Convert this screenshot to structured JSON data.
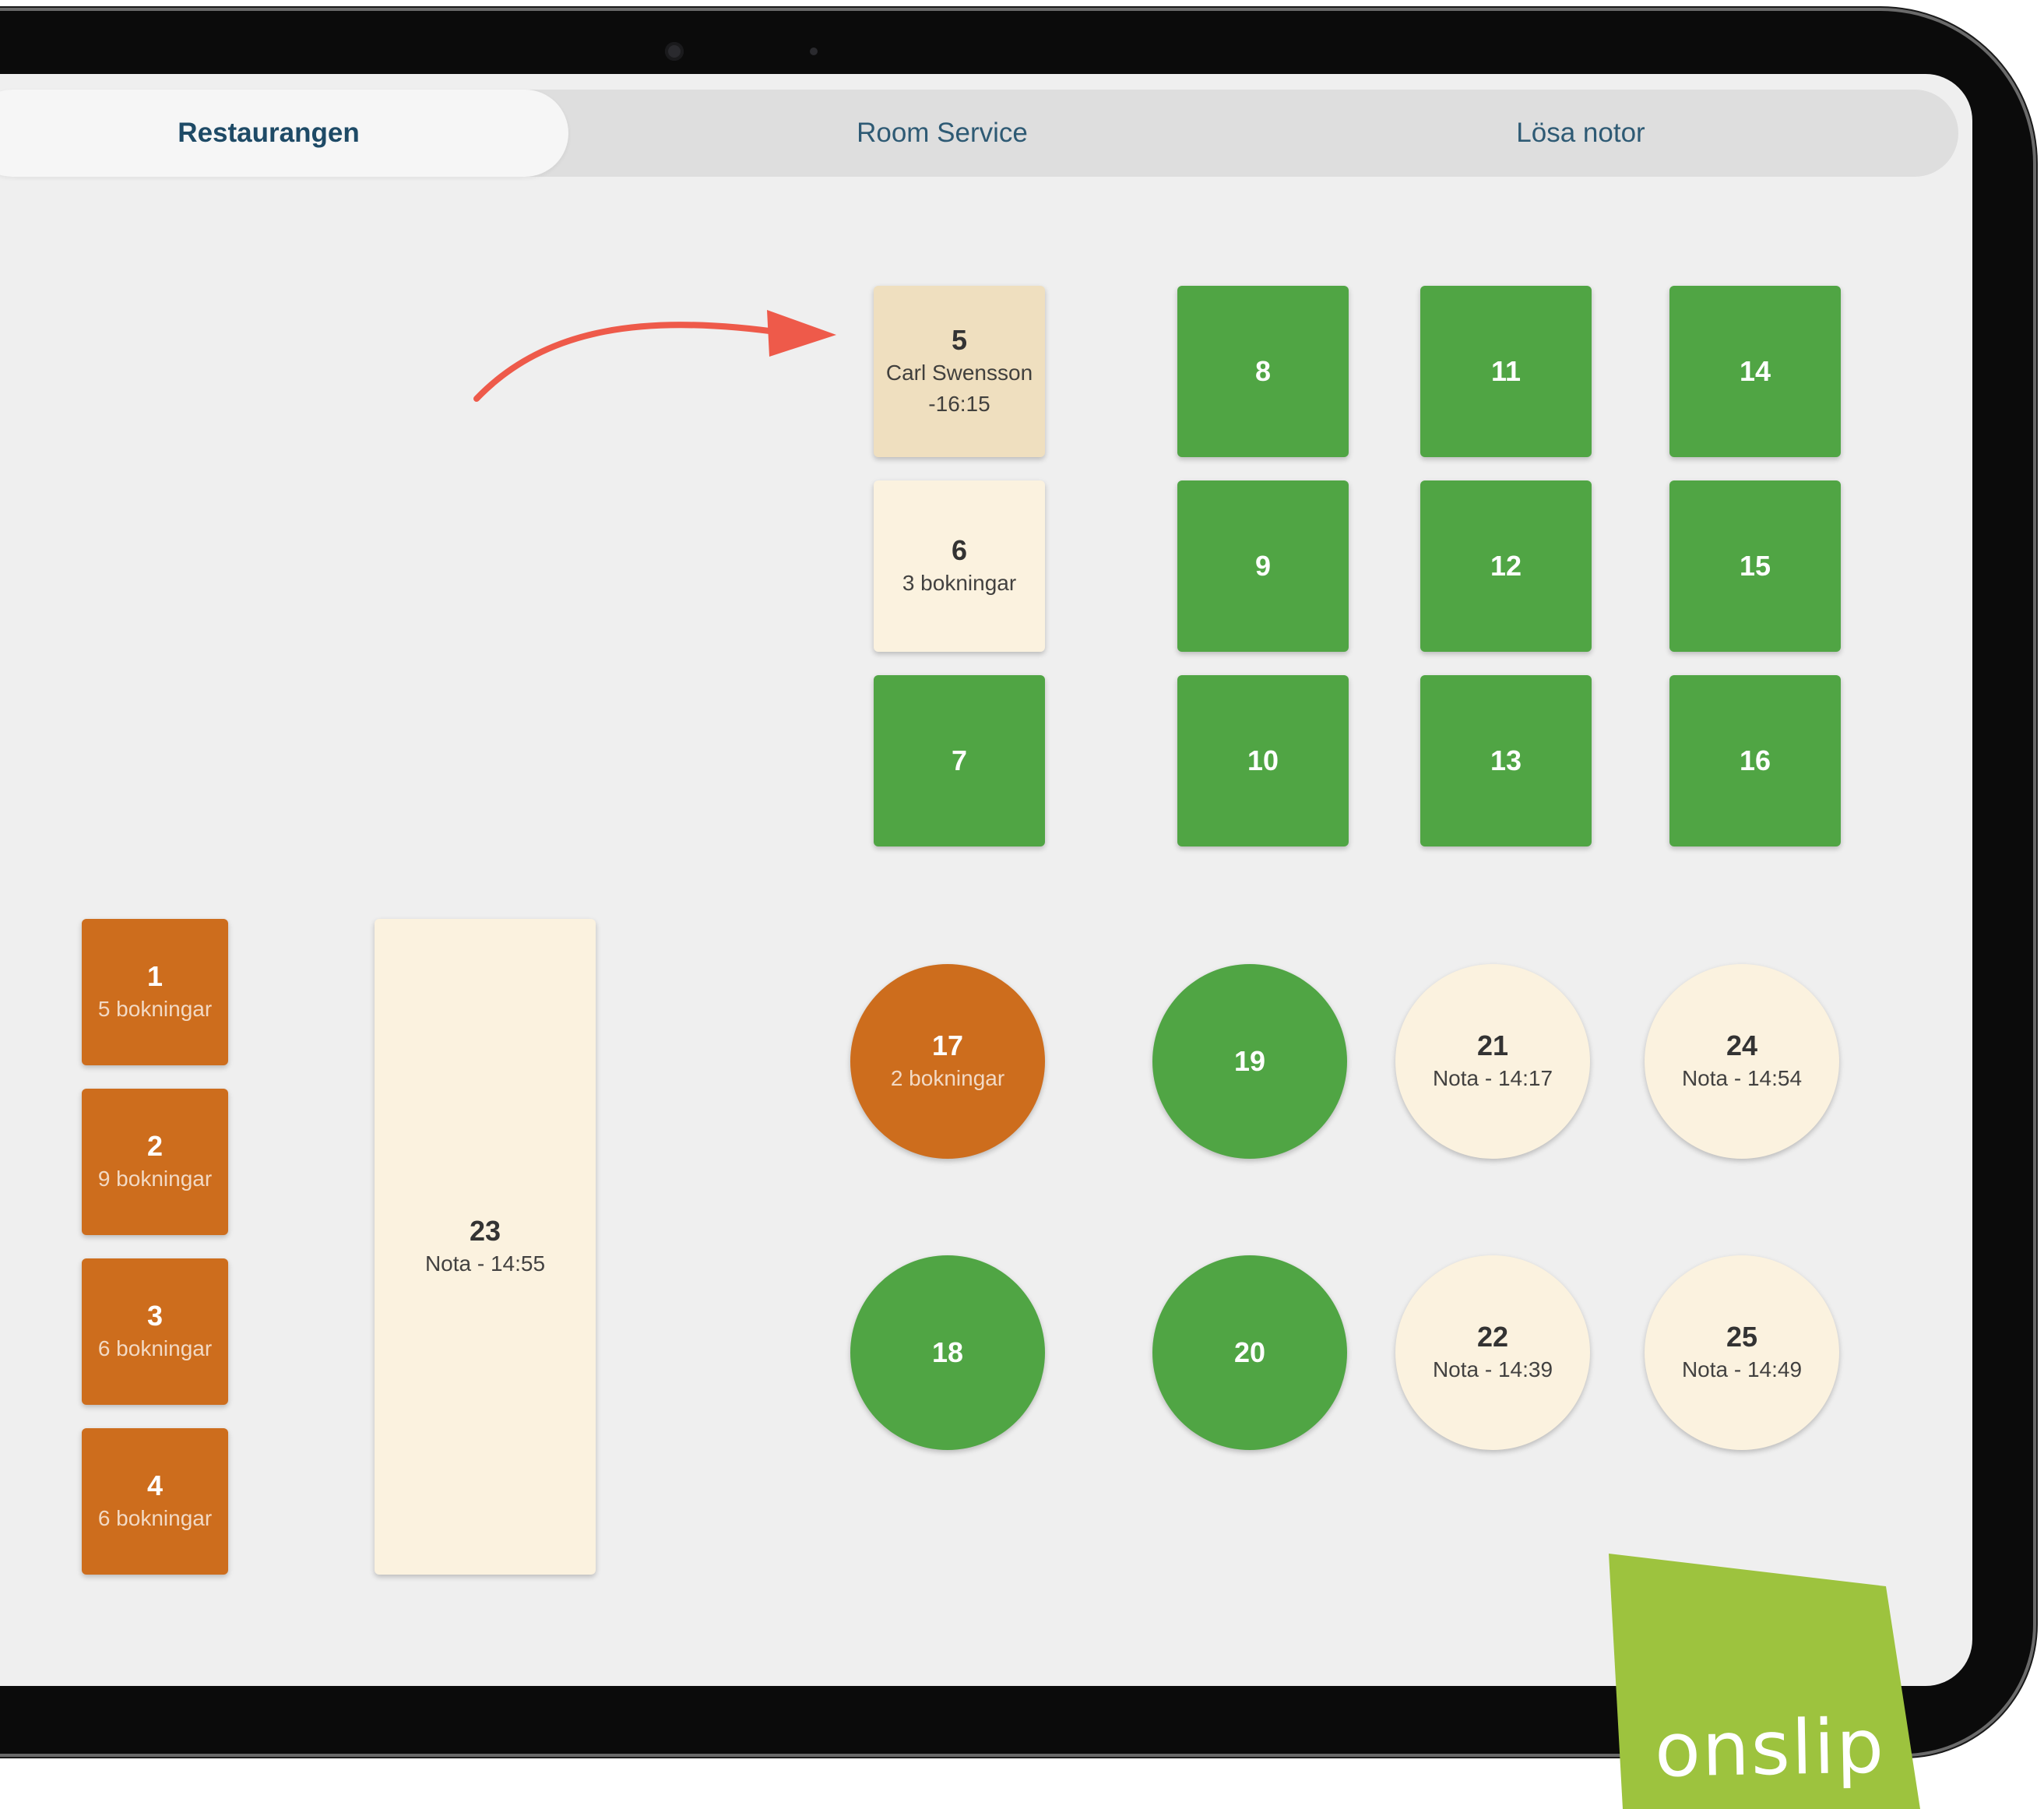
{
  "tabs": [
    {
      "label": "Restaurangen",
      "active": true
    },
    {
      "label": "Room Service",
      "active": false
    },
    {
      "label": "Lösa notor",
      "active": false
    }
  ],
  "tables": [
    {
      "number": "1",
      "sub": "5 bokningar",
      "status": "orange"
    },
    {
      "number": "2",
      "sub": "9 bokningar",
      "status": "orange"
    },
    {
      "number": "3",
      "sub": "6 bokningar",
      "status": "orange"
    },
    {
      "number": "4",
      "sub": "6 bokningar",
      "status": "orange"
    },
    {
      "number": "5",
      "sub": "Carl Swensson",
      "sub2": "-16:15",
      "status": "tan"
    },
    {
      "number": "6",
      "sub": "3 bokningar",
      "status": "cream"
    },
    {
      "number": "7",
      "status": "green"
    },
    {
      "number": "8",
      "status": "green"
    },
    {
      "number": "9",
      "status": "green"
    },
    {
      "number": "10",
      "status": "green"
    },
    {
      "number": "11",
      "status": "green"
    },
    {
      "number": "12",
      "status": "green"
    },
    {
      "number": "13",
      "status": "green"
    },
    {
      "number": "14",
      "status": "green"
    },
    {
      "number": "15",
      "status": "green"
    },
    {
      "number": "16",
      "status": "green"
    },
    {
      "number": "17",
      "sub": "2 bokningar",
      "status": "orange"
    },
    {
      "number": "18",
      "status": "green"
    },
    {
      "number": "19",
      "status": "green"
    },
    {
      "number": "20",
      "status": "green"
    },
    {
      "number": "21",
      "sub": "Nota - 14:17",
      "status": "cream"
    },
    {
      "number": "22",
      "sub": "Nota - 14:39",
      "status": "cream"
    },
    {
      "number": "23",
      "sub": "Nota - 14:55",
      "status": "cream"
    },
    {
      "number": "24",
      "sub": "Nota - 14:54",
      "status": "cream"
    },
    {
      "number": "25",
      "sub": "Nota - 14:49",
      "status": "cream"
    }
  ],
  "colors": {
    "available": "#50a544",
    "booked": "#cd6d1d",
    "open_bill": "#fbf2df",
    "selected": "#efdfbf",
    "arrow": "#ee5a4a",
    "logo": "#9dc33e"
  },
  "logo": {
    "text": "onslip"
  }
}
